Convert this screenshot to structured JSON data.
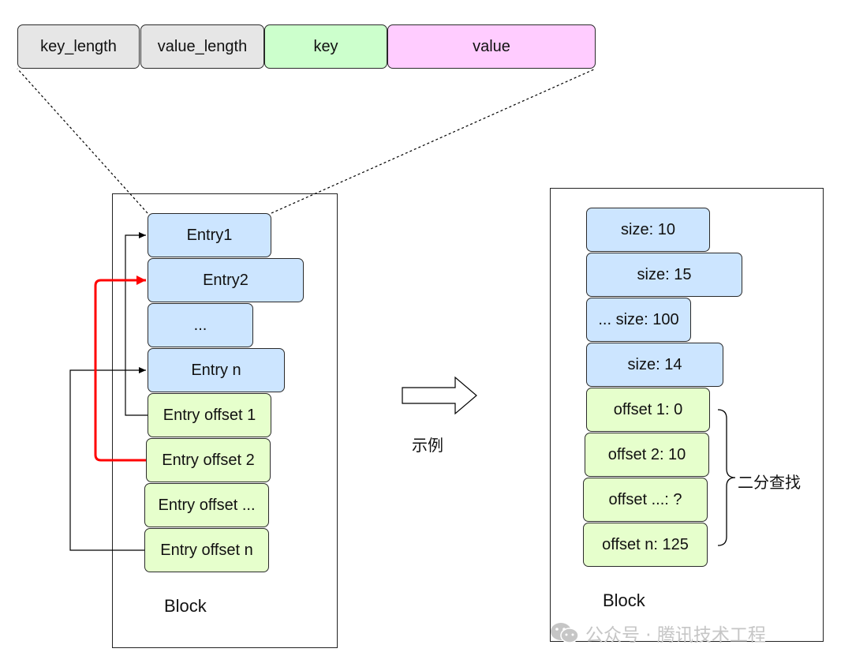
{
  "record_fields": [
    "key_length",
    "value_length",
    "key",
    "value"
  ],
  "left_block": {
    "entries": [
      "Entry1",
      "Entry2",
      "...",
      "Entry n"
    ],
    "offsets": [
      "Entry offset 1",
      "Entry offset 2",
      "Entry offset ...",
      "Entry offset n"
    ],
    "label": "Block"
  },
  "transform_label": "示例",
  "right_block": {
    "sizes": [
      "size: 10",
      "size: 15",
      "... size: 100",
      "size: 14"
    ],
    "offsets": [
      "offset 1: 0",
      "offset 2: 10",
      "offset ...: ?",
      "offset n: 125"
    ],
    "label": "Block",
    "brace_label": "二分查找"
  },
  "watermark": "公众号 · 腾讯技术工程",
  "colors": {
    "header_gray": "#e6e6e6",
    "key_green": "#ccffcc",
    "value_pink": "#ffccff",
    "entry_blue": "#cce5ff",
    "offset_green": "#e6ffcc",
    "highlight_arrow": "#ff0000"
  }
}
